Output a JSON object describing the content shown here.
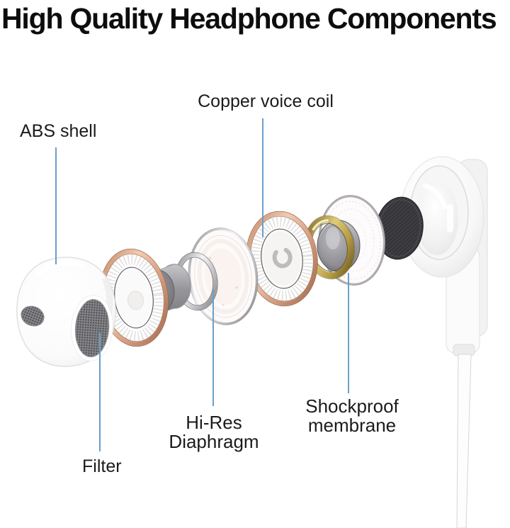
{
  "title": "High Quality Headphone Components",
  "callouts": {
    "abs_shell": {
      "label": "ABS shell"
    },
    "copper_voice_coil": {
      "label": "Copper voice coil"
    },
    "hires_diaphragm": {
      "line1": "Hi-Res",
      "line2": "Diaphragm"
    },
    "shockproof_membrane": {
      "line1": "Shockproof",
      "line2": "membrane"
    },
    "filter": {
      "label": "Filter"
    }
  },
  "components": [
    "abs-shell-housing",
    "filter-mesh-grille",
    "copper-ring-driver",
    "magnet-cylinder",
    "chrome-retainer-ring",
    "hires-diaphragm-disc",
    "copper-voice-coil-driver",
    "gold-voice-coil-ring",
    "rear-magnet-disc",
    "shockproof-membrane-disc",
    "damping-fabric-disc",
    "earbud-rear-housing",
    "earbud-stem-and-cable"
  ],
  "colors": {
    "background": "#FFFFFF",
    "leader_line": "#6B9FC9",
    "title_text": "#0D0D0D",
    "label_text": "#1B1B1B",
    "copper_ring": "#D9A085",
    "gold_ring": "#C2A852",
    "magnet_gray": "#85858A",
    "fabric_black": "#38383C",
    "mesh_gray": "#7B7B80"
  }
}
